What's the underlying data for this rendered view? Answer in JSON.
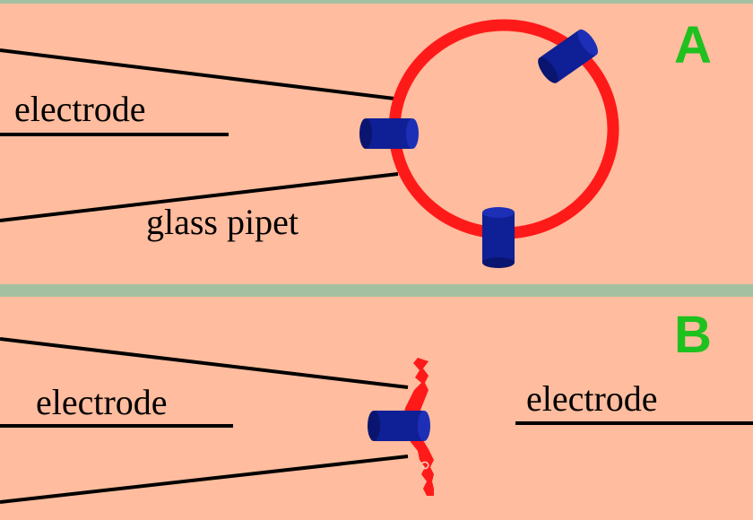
{
  "colors": {
    "background_panel": "#ffbc9e",
    "separator": "#a3c1a1",
    "membrane": "#ff1a1a",
    "channel": "#0d1c8c",
    "panel_letter": "#1fc11f",
    "line": "#000000"
  },
  "panel_a": {
    "letter": "A",
    "electrode_label": "electrode",
    "pipet_label": "glass pipet",
    "icons": [
      "glass-pipet-wedge",
      "cell-membrane-ring",
      "ion-channel-cylinder"
    ]
  },
  "panel_b": {
    "letter": "B",
    "left_electrode_label": "electrode",
    "right_electrode_label": "electrode",
    "icons": [
      "glass-pipet-wedge",
      "membrane-patch",
      "ion-channel-cylinder"
    ]
  }
}
